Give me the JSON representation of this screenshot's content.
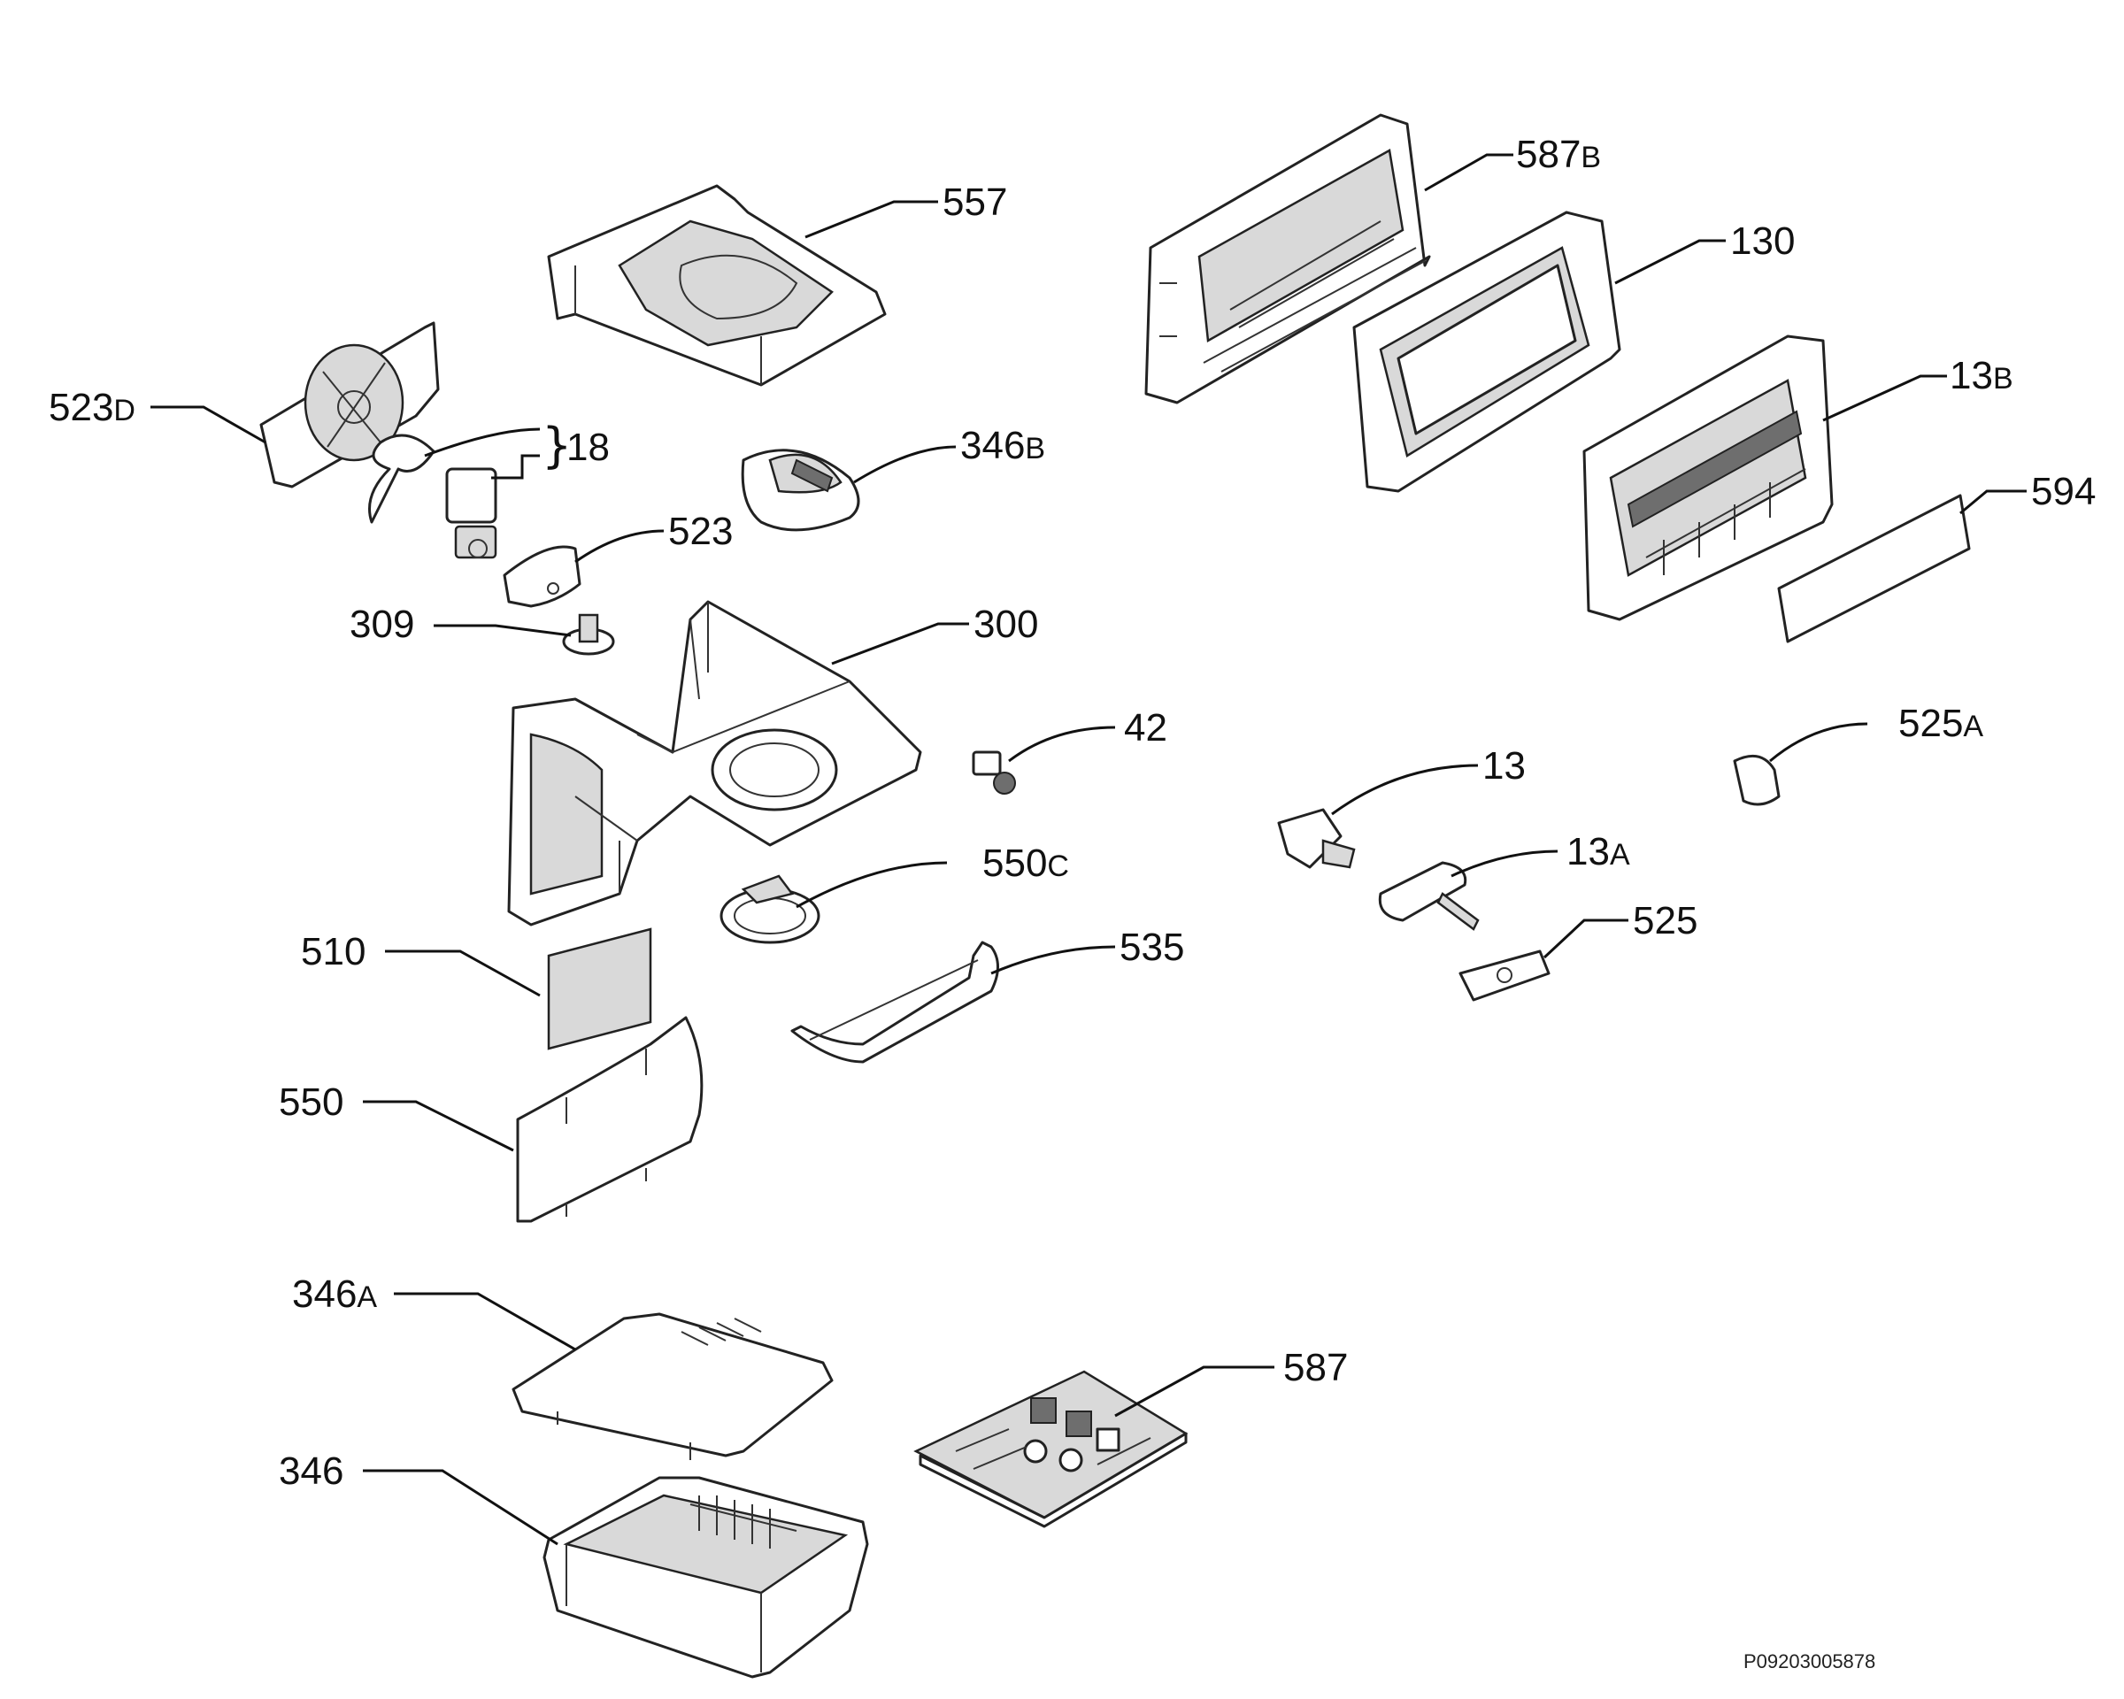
{
  "callouts": {
    "p557": {
      "num": "557",
      "suffix": ""
    },
    "p587b": {
      "num": "587",
      "suffix": "B"
    },
    "p130": {
      "num": "130",
      "suffix": ""
    },
    "p13b": {
      "num": "13",
      "suffix": "B"
    },
    "p594": {
      "num": "594",
      "suffix": ""
    },
    "p523d": {
      "num": "523",
      "suffix": "D"
    },
    "p18": {
      "num": "18",
      "suffix": ""
    },
    "p346b": {
      "num": "346",
      "suffix": "B"
    },
    "p523": {
      "num": "523",
      "suffix": ""
    },
    "p309": {
      "num": "309",
      "suffix": ""
    },
    "p300": {
      "num": "300",
      "suffix": ""
    },
    "p42": {
      "num": "42",
      "suffix": ""
    },
    "p525a": {
      "num": "525",
      "suffix": "A"
    },
    "p13": {
      "num": "13",
      "suffix": ""
    },
    "p13a": {
      "num": "13",
      "suffix": "A"
    },
    "p550c": {
      "num": "550",
      "suffix": "C"
    },
    "p525": {
      "num": "525",
      "suffix": ""
    },
    "p510": {
      "num": "510",
      "suffix": ""
    },
    "p535": {
      "num": "535",
      "suffix": ""
    },
    "p550": {
      "num": "550",
      "suffix": ""
    },
    "p346a": {
      "num": "346",
      "suffix": "A"
    },
    "p587": {
      "num": "587",
      "suffix": ""
    },
    "p346": {
      "num": "346",
      "suffix": ""
    }
  },
  "drawing_code": "P09203005878",
  "brace_glyph": "}"
}
